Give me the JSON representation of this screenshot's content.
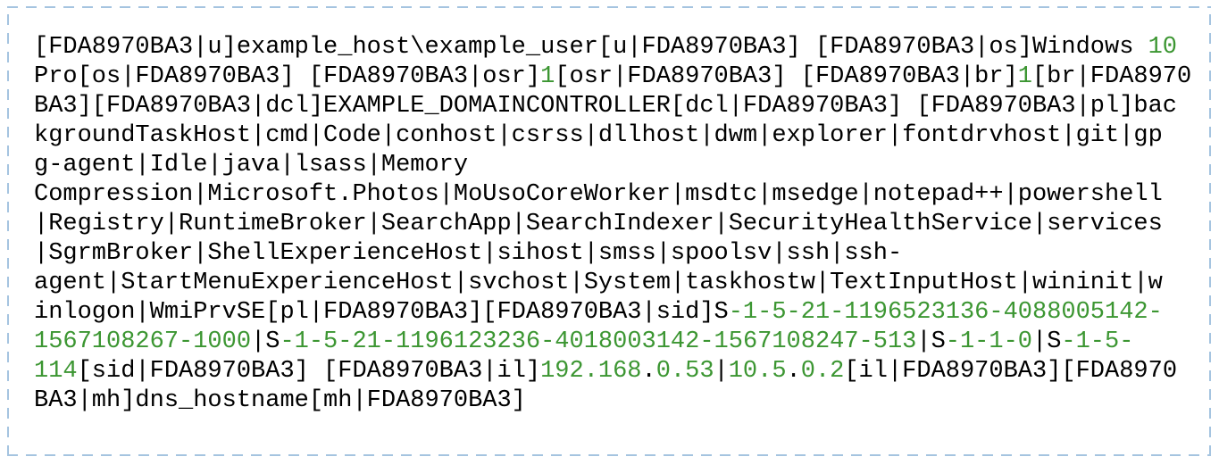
{
  "colors": {
    "text": "#000000",
    "number": "#3c9632",
    "border": "#a5c4e0",
    "background": "#ffffff"
  },
  "output": {
    "description": "decoded-beacon-output",
    "lines": [
      [
        {
          "t": "[FDA8970BA3|u]example_host\\example_user[u|FDA8970BA3] [FDA8970BA3|os]Windows ",
          "c": "b"
        },
        {
          "t": "10",
          "c": "g"
        }
      ],
      [
        {
          "t": "Pro[os|FDA8970BA3] [FDA8970BA3|osr]",
          "c": "b"
        },
        {
          "t": "1",
          "c": "g"
        },
        {
          "t": "[osr|FDA8970BA3] [FDA8970BA3|br]",
          "c": "b"
        },
        {
          "t": "1",
          "c": "g"
        },
        {
          "t": "[br|FDA8970",
          "c": "b"
        }
      ],
      [
        {
          "t": "BA3][FDA8970BA3|dcl]EXAMPLE_DOMAINCONTROLLER[dcl|FDA8970BA3] [FDA8970BA3|pl]bac",
          "c": "b"
        }
      ],
      [
        {
          "t": "kgroundTaskHost|cmd|Code|conhost|csrss|dllhost|dwm|explorer|fontdrvhost|git|gp",
          "c": "b"
        }
      ],
      [
        {
          "t": "g-agent|Idle|java|lsass|Memory",
          "c": "b"
        }
      ],
      [
        {
          "t": "Compression|Microsoft.Photos|MoUsoCoreWorker|msdtc|msedge|notepad++|powershell",
          "c": "b"
        }
      ],
      [
        {
          "t": "|Registry|RuntimeBroker|SearchApp|SearchIndexer|SecurityHealthService|services",
          "c": "b"
        }
      ],
      [
        {
          "t": "|SgrmBroker|ShellExperienceHost|sihost|smss|spoolsv|ssh|ssh-",
          "c": "b"
        }
      ],
      [
        {
          "t": "agent|StartMenuExperienceHost|svchost|System|taskhostw|TextInputHost|wininit|w",
          "c": "b"
        }
      ],
      [
        {
          "t": "inlogon|WmiPrvSE[pl|FDA8970BA3][FDA8970BA3|sid]S",
          "c": "b"
        },
        {
          "t": "-1-5-21-1196523136-4088005142-",
          "c": "g"
        }
      ],
      [
        {
          "t": "1567108267-1000",
          "c": "g"
        },
        {
          "t": "|S",
          "c": "b"
        },
        {
          "t": "-1-5-21-1196123236-4018003142-1567108247-513",
          "c": "g"
        },
        {
          "t": "|S",
          "c": "b"
        },
        {
          "t": "-1-1-0",
          "c": "g"
        },
        {
          "t": "|S",
          "c": "b"
        },
        {
          "t": "-1-5-",
          "c": "g"
        }
      ],
      [
        {
          "t": "114",
          "c": "g"
        },
        {
          "t": "[sid|FDA8970BA3] [FDA8970BA3|il]",
          "c": "b"
        },
        {
          "t": "192.168",
          "c": "g"
        },
        {
          "t": ".",
          "c": "b"
        },
        {
          "t": "0.53",
          "c": "g"
        },
        {
          "t": "|",
          "c": "b"
        },
        {
          "t": "10.5",
          "c": "g"
        },
        {
          "t": ".",
          "c": "b"
        },
        {
          "t": "0.2",
          "c": "g"
        },
        {
          "t": "[il|FDA8970BA3][FDA8970",
          "c": "b"
        }
      ],
      [
        {
          "t": "BA3|mh]dns_hostname[mh|FDA8970BA3]",
          "c": "b"
        }
      ]
    ]
  }
}
